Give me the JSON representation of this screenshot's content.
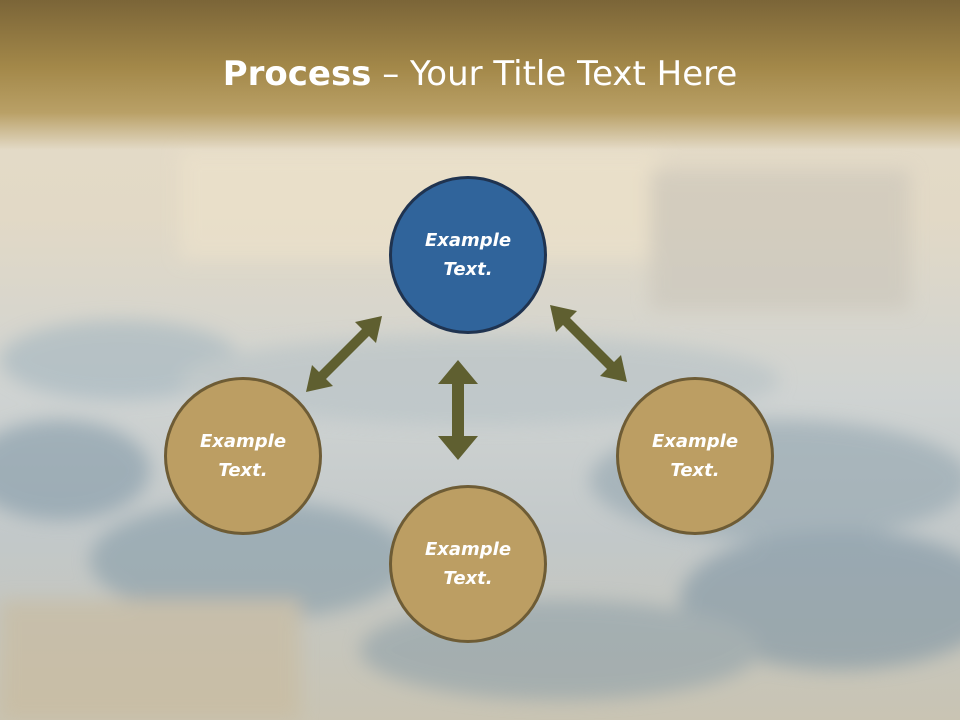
{
  "slide": {
    "title_bold": "Process",
    "title_rest": " – Your Title Text Here"
  },
  "nodes": {
    "top": {
      "line1": "Example",
      "line2": "Text."
    },
    "left": {
      "line1": "Example",
      "line2": "Text."
    },
    "right": {
      "line1": "Example",
      "line2": "Text."
    },
    "bottom": {
      "line1": "Example",
      "line2": "Text."
    }
  },
  "colors": {
    "title_band": "#a38849",
    "node_blue": "#30649b",
    "node_tan": "#bc9e63",
    "arrow": "#5f5f30"
  }
}
